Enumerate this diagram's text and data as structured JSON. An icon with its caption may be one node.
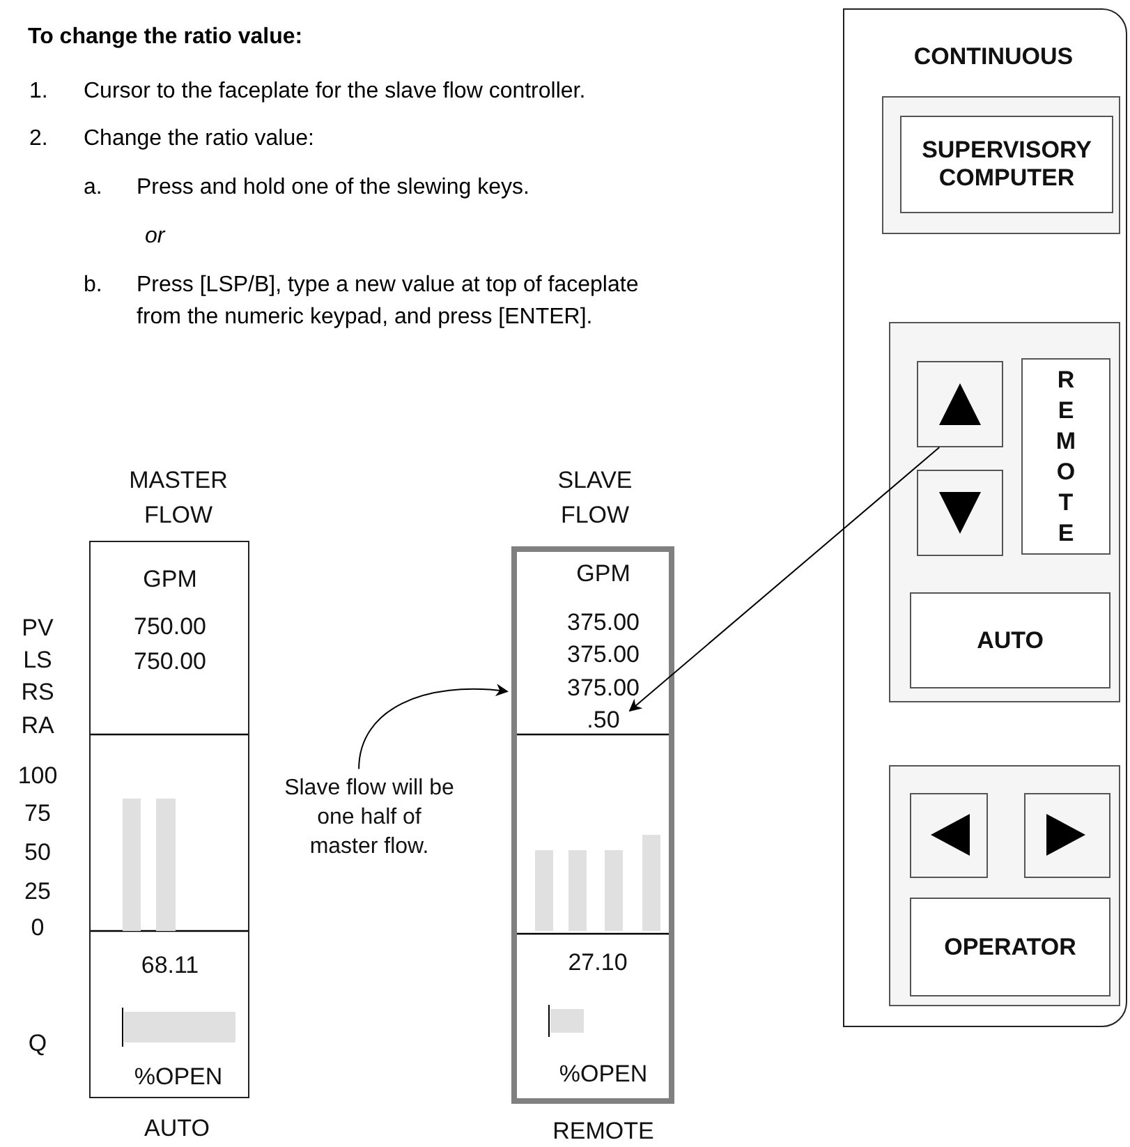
{
  "diagram": {
    "title": "To change the ratio value:",
    "nodes": [
      {
        "text": [
          "CONTINUOUS"
        ]
      },
      {
        "text": [],
        "shape": "box",
        "in": 0
      },
      {
        "text": [
          "SUPERVISORY COMPUTER"
        ],
        "in": 1
      },
      {
        "text": [],
        "shape": "box",
        "in": 0
      },
      {
        "text": [],
        "shape": "box",
        "in": 3
      },
      {
        "text": [
          "REMOTE"
        ],
        "in": 3
      },
      {
        "text": [],
        "shape": "box",
        "in": 3
      },
      {
        "text": [
          "AUTO"
        ],
        "in": 3
      },
      {
        "text": [],
        "shape": "box",
        "in": 0
      },
      {
        "text": [],
        "shape": "box",
        "in": 8
      },
      {
        "text": [],
        "shape": "box",
        "in": 8
      },
      {
        "text": [
          "OPERATOR"
        ],
        "in": 8
      },
      {
        "text": [
          "MASTER FLOW",
          "GPM",
          "750.00",
          "750.00",
          "68.11",
          "%OPEN"
        ],
        "beside": [
          "AUTO"
        ]
      },
      {
        "text": [
          "SLAVE FLOW",
          "GPM",
          "375.00",
          "375.00",
          "375.00",
          "27.10",
          "%OPEN"
        ],
        "beside": [
          "REMOTE"
        ]
      },
      {
        "text": [
          "Slave flow will be one half of master flow."
        ]
      },
      {
        "text": [
          ".50"
        ],
        "in": 13
      }
    ],
    "edges": [
      {
        "from": 14,
        "to": 13,
        "arrow": "to"
      },
      {
        "from": 4,
        "to": 15,
        "arrow": "to"
      }
    ],
    "labels": [
      "1.",
      "Cursor to the faceplate for the slave flow controller.",
      "2.",
      "Change the ratio value:",
      "a.",
      "Press and hold one of the slewing keys.",
      "or",
      "b.",
      "Press [LSP/B], type a new value at top of faceplate from the numeric keypad, and press [ENTER].",
      "PV",
      "LS",
      "RS",
      "RA",
      "100",
      "75",
      "50",
      "25",
      "0",
      "Q"
    ]
  }
}
